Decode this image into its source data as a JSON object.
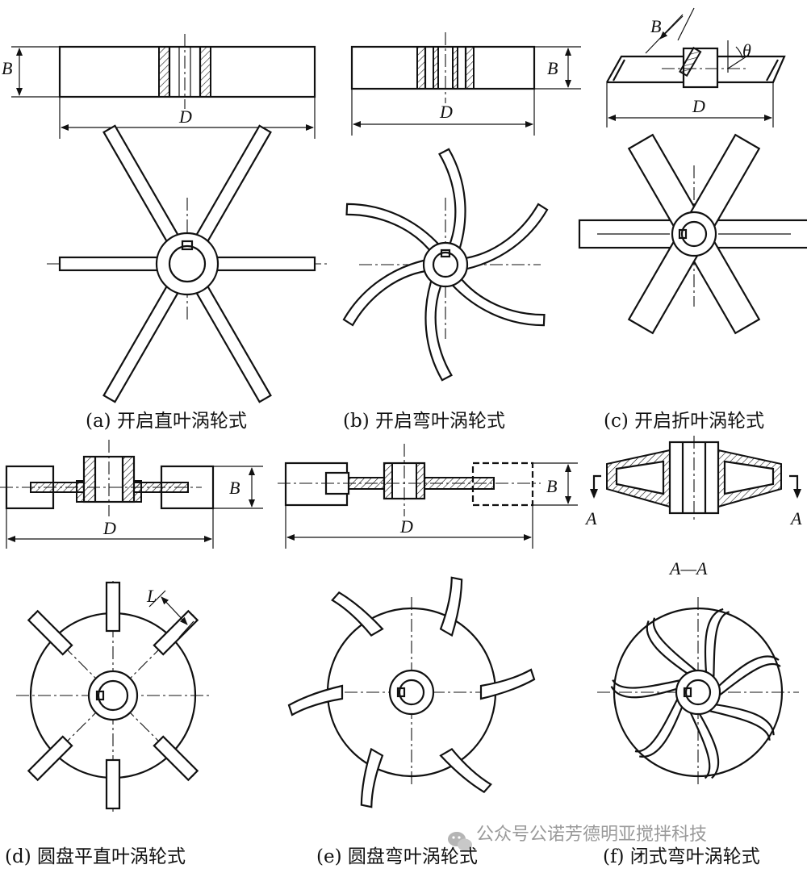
{
  "captions": {
    "a": "(a) 开启直叶涡轮式",
    "b": "(b) 开启弯叶涡轮式",
    "c": "(c) 开启折叶涡轮式",
    "d": "(d) 圆盘平直叶涡轮式",
    "e": "(e) 圆盘弯叶涡轮式",
    "f": "(f) 闭式弯叶涡轮式"
  },
  "dimension_labels": {
    "B": "B",
    "D": "D",
    "theta": "θ",
    "L": "L",
    "A": "A",
    "section": "A—A"
  },
  "watermark": {
    "icon": "wechat-icon",
    "text": "公众号公诺芳德明亚搅拌科技"
  },
  "colors": {
    "line": "#111111",
    "background": "#ffffff",
    "watermark": "#9a9a9a"
  }
}
